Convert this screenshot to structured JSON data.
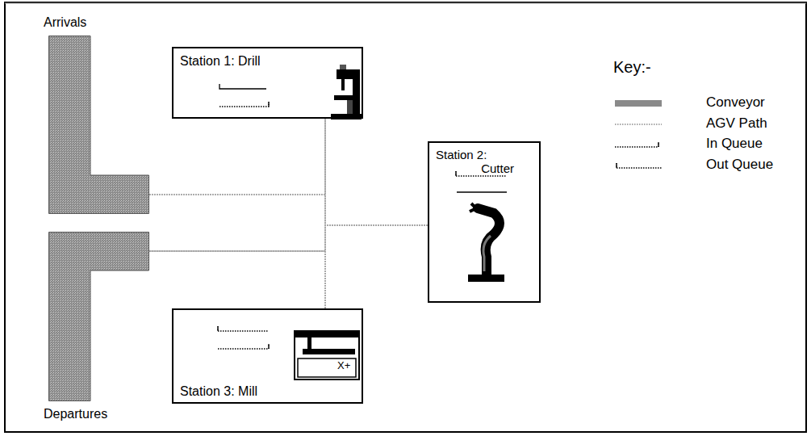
{
  "diagram": {
    "nodes": [
      {
        "text": [
          "Arrivals"
        ]
      },
      {
        "text": [
          "Station 1: Drill"
        ]
      },
      {
        "text": [
          "Station 2: Cutter"
        ]
      },
      {
        "text": [
          "Departures"
        ]
      },
      {
        "text": [
          "Station 3: Mill"
        ]
      }
    ],
    "edges": [
      {
        "from": 0,
        "to": 1,
        "arrow": "none"
      },
      {
        "from": 0,
        "to": 2,
        "arrow": "none"
      },
      {
        "from": 0,
        "to": 4,
        "arrow": "none"
      },
      {
        "from": 1,
        "to": 3,
        "arrow": "none"
      },
      {
        "from": 2,
        "to": 3,
        "arrow": "none"
      },
      {
        "from": 4,
        "to": 3,
        "arrow": "none"
      }
    ],
    "labels": [
      "Key:-",
      "X+"
    ],
    "legend": [
      {
        "text": "Conveyor",
        "color": "#8a8a8a"
      },
      {
        "text": "AGV Path"
      },
      {
        "text": "In Queue"
      },
      {
        "text": "Out Queue"
      }
    ]
  }
}
